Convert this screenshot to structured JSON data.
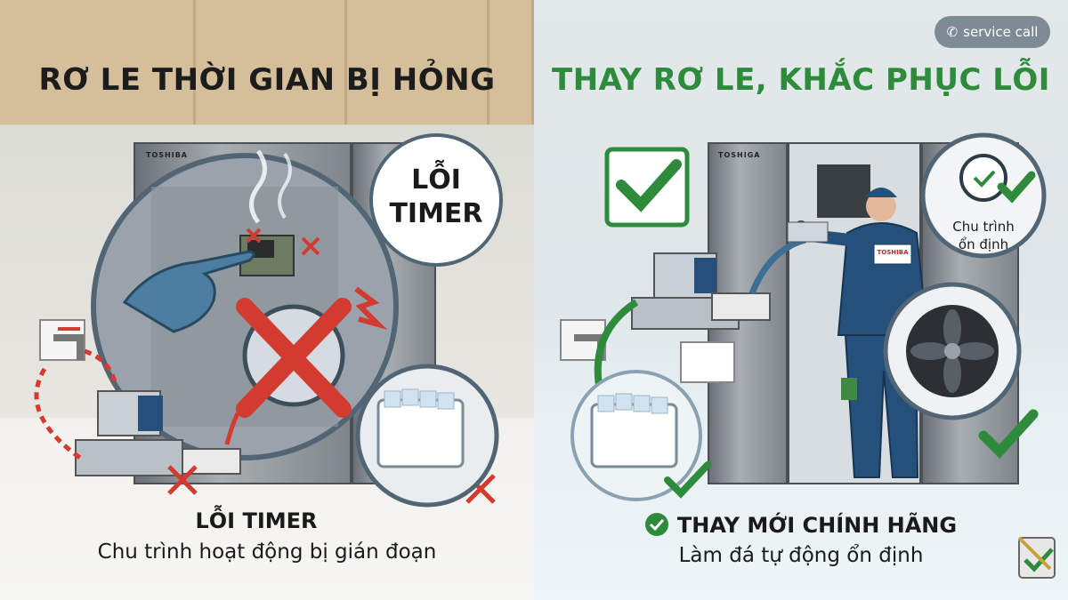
{
  "left": {
    "title": "RƠ LE THỜI GIAN BỊ HỎNG",
    "brand": "TOSHIBA",
    "bubble": "LỖI\nTIMER",
    "caption_title": "LỖI TIMER",
    "caption_sub": "Chu trình hoạt động bị gián đoạn"
  },
  "right": {
    "title": "THAY RƠ LE, KHẮC PHỤC LỖI",
    "brand": "TOSHIGA",
    "bubble": "Chu trình\nổn định",
    "caption_title": "THAY MỚI CHÍNH HÃNG",
    "caption_sub": "Làm đá tự động ổn định",
    "service_label": "service call",
    "technician_badge": "TOSHIBA"
  },
  "colors": {
    "error_red": "#d33b30",
    "ok_green": "#2e8b3c",
    "ring": "#516574"
  }
}
